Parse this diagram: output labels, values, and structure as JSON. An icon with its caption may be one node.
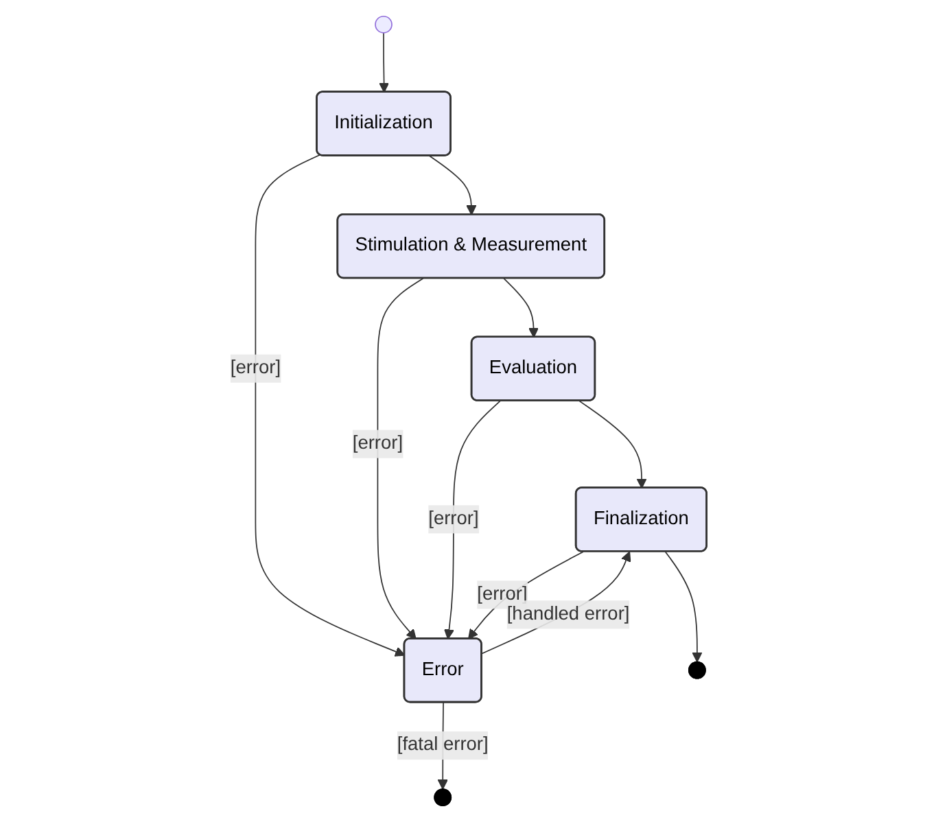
{
  "diagram": {
    "nodes": [
      {
        "text": [],
        "shape": "circle"
      },
      {
        "text": [
          "Initialization"
        ]
      },
      {
        "text": [
          "Stimulation & Measurement"
        ]
      },
      {
        "text": [
          "Evaluation"
        ]
      },
      {
        "text": [
          "Finalization"
        ]
      },
      {
        "text": [
          "Error"
        ]
      },
      {
        "text": [],
        "shape": "circle"
      },
      {
        "text": [],
        "shape": "circle"
      }
    ],
    "edges": [
      {
        "from": 0,
        "to": 1,
        "arrow": "to"
      },
      {
        "from": 1,
        "to": 2,
        "arrow": "to"
      },
      {
        "from": 2,
        "to": 3,
        "arrow": "to"
      },
      {
        "from": 3,
        "to": 4,
        "arrow": "to"
      },
      {
        "from": 1,
        "to": 5,
        "label": "[error]",
        "arrow": "to"
      },
      {
        "from": 2,
        "to": 5,
        "label": "[error]",
        "arrow": "to"
      },
      {
        "from": 3,
        "to": 5,
        "label": "[error]",
        "arrow": "to"
      },
      {
        "from": 4,
        "to": 5,
        "label": "[error]",
        "arrow": "to"
      },
      {
        "from": 5,
        "to": 4,
        "label": "[handled error]",
        "arrow": "to"
      },
      {
        "from": 4,
        "to": 6,
        "arrow": "to"
      },
      {
        "from": 5,
        "to": 7,
        "label": "[fatal error]",
        "arrow": "to"
      }
    ]
  }
}
